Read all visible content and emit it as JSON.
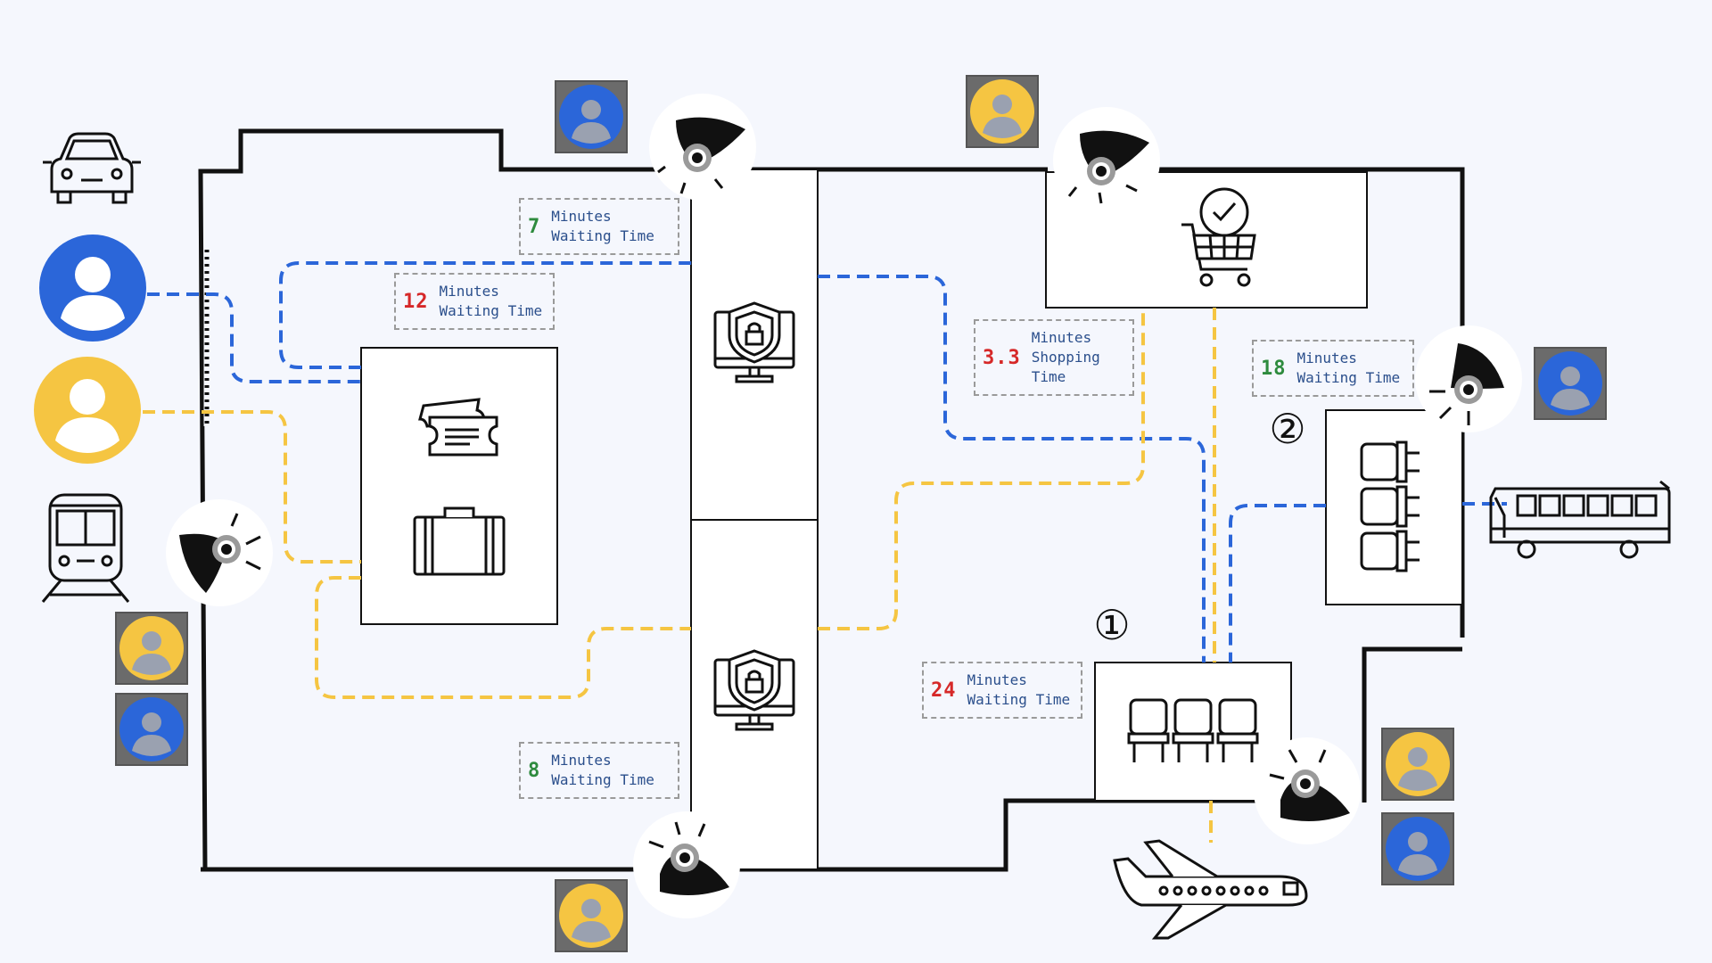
{
  "colors": {
    "blue": "#2b66d9",
    "yellow": "#f5c542",
    "wall": "#111111",
    "background": "#f5f7fd",
    "green_number": "#2e8b3e",
    "red_number": "#d62828",
    "label_text": "#2b4f8c"
  },
  "labels": [
    {
      "id": "label-7",
      "number": "7",
      "number_color": "#2e8b3e",
      "lines": [
        "Minutes",
        "Waiting Time"
      ]
    },
    {
      "id": "label-12",
      "number": "12",
      "number_color": "#d62828",
      "lines": [
        "Minutes",
        "Waiting Time"
      ]
    },
    {
      "id": "label-8",
      "number": "8",
      "number_color": "#2e8b3e",
      "lines": [
        "Minutes",
        "Waiting Time"
      ]
    },
    {
      "id": "label-3-3",
      "number": "3.3",
      "number_color": "#d62828",
      "lines": [
        "Minutes",
        "Shopping",
        "Time"
      ]
    },
    {
      "id": "label-18",
      "number": "18",
      "number_color": "#2e8b3e",
      "lines": [
        "Minutes",
        "Waiting Time"
      ]
    },
    {
      "id": "label-24",
      "number": "24",
      "number_color": "#d62828",
      "lines": [
        "Minutes",
        "Waiting Time"
      ]
    }
  ],
  "markers": [
    "①",
    "②"
  ],
  "icons": {
    "car": "car-icon",
    "train": "train-icon",
    "bus": "bus-icon",
    "airplane": "airplane-icon",
    "tickets": "tickets-icon",
    "suitcase": "suitcase-icon",
    "security": "security-monitor-icon",
    "cart": "shopping-cart-icon",
    "chairs": "waiting-chairs-icon",
    "camera": "security-camera-icon",
    "person": "person-avatar-icon"
  }
}
